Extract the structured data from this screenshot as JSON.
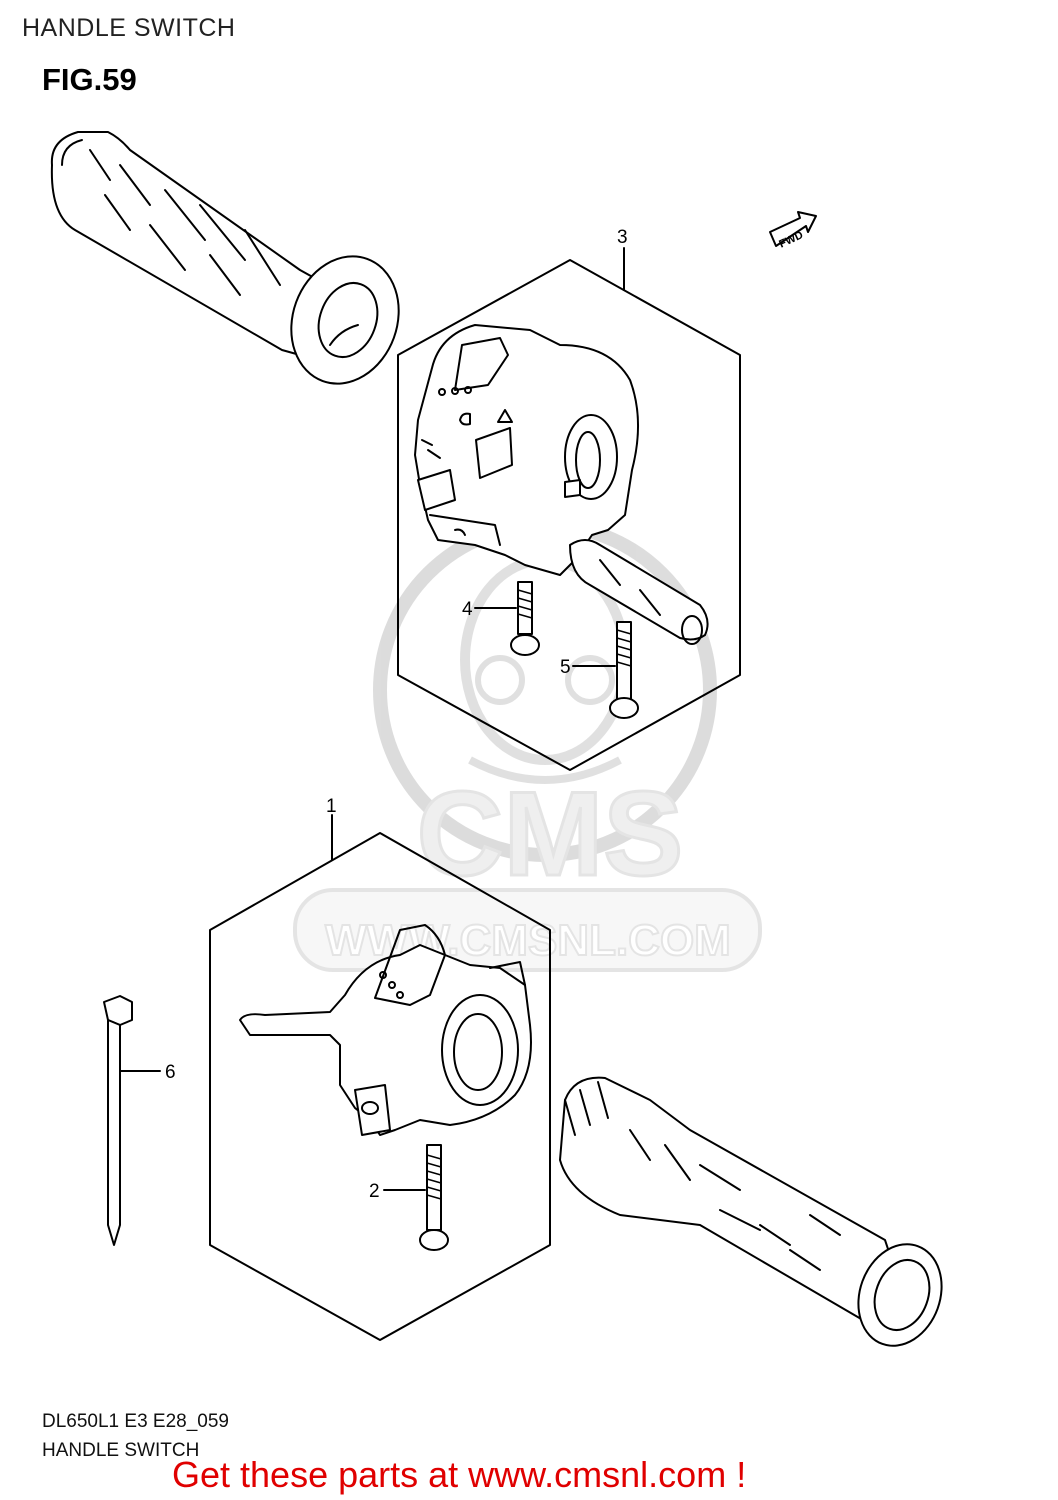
{
  "header": {
    "title": "HANDLE SWITCH"
  },
  "figure": {
    "label": "FIG.59"
  },
  "direction_badge": {
    "text": "FWD"
  },
  "watermark": {
    "brand": "CMS",
    "url": "WWW.CMSNL.COM"
  },
  "callouts": [
    {
      "id": "1",
      "label": "1"
    },
    {
      "id": "2",
      "label": "2"
    },
    {
      "id": "3",
      "label": "3"
    },
    {
      "id": "4",
      "label": "4"
    },
    {
      "id": "5",
      "label": "5"
    },
    {
      "id": "6",
      "label": "6"
    }
  ],
  "footer": {
    "code": "DL650L1 E3 E28_059",
    "name": "HANDLE SWITCH",
    "promo": "Get these parts at www.cmsnl.com !",
    "promo_color": "#e00000"
  }
}
